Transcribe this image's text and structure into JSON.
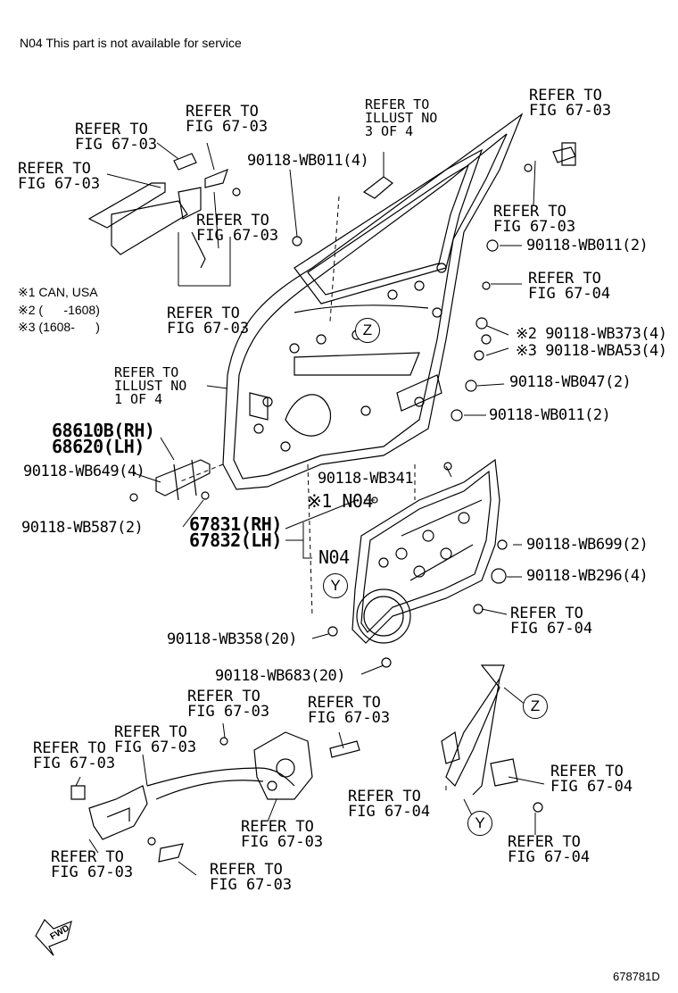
{
  "header_note": "N04 This part is not available for service",
  "notes": [
    "※1 CAN, USA",
    "※2 (      -1608)",
    "※3 (1608-      )"
  ],
  "refer_fig_6703": "REFER TO\nFIG 67-03",
  "refer_fig_6704": "REFER TO\nFIG 67-04",
  "refer_illust_3of4": "REFER TO\nILLUST NO\n3 OF 4",
  "refer_illust_1of4": "REFER TO\nILLUST NO\n1 OF 4",
  "parts": {
    "p_wb011_4": "90118-WB011(4)",
    "p_wb011_2a": "90118-WB011(2)",
    "p_wb373": "※2 90118-WB373(4)",
    "p_wba53": "※3 90118-WBA53(4)",
    "p_wb047": "90118-WB047(2)",
    "p_wb011_2b": "90118-WB011(2)",
    "p_68610b": "68610B(RH)",
    "p_68620": "68620(LH)",
    "p_wb649": "90118-WB649(4)",
    "p_wb587": "90118-WB587(2)",
    "p_67831": "67831(RH)",
    "p_67832": "67832(LH)",
    "p_wb341": "90118-WB341",
    "p_n04_1": "※1 N04",
    "p_n04_2": "N04",
    "p_wb699": "90118-WB699(2)",
    "p_wb296": "90118-WB296(4)",
    "p_wb358": "90118-WB358(20)",
    "p_wb683": "90118-WB683(20)"
  },
  "callouts": {
    "z": "Z",
    "y": "Y"
  },
  "fwd": "FWD",
  "diagram_id": "678781D"
}
